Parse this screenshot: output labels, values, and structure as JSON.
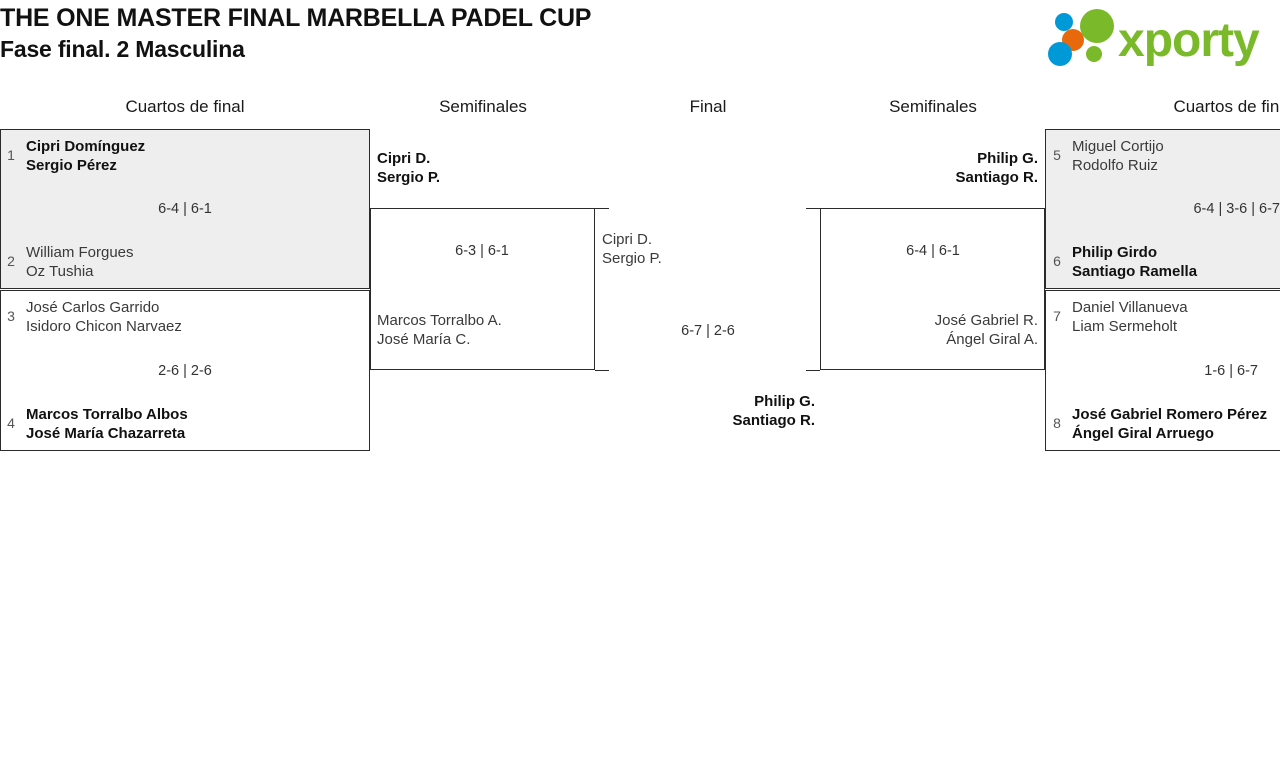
{
  "header": {
    "title": "THE ONE MASTER FINAL MARBELLA PADEL CUP",
    "phase": "Fase final. 2 Masculina",
    "logo_text": "xporty",
    "logo_colors": {
      "green": "#7ab929",
      "blue": "#0099d8",
      "orange": "#e8690b"
    }
  },
  "rounds": [
    {
      "key": "qf_left",
      "label": "Cuartos de final"
    },
    {
      "key": "sf_left",
      "label": "Semifinales"
    },
    {
      "key": "final",
      "label": "Final"
    },
    {
      "key": "sf_right",
      "label": "Semifinales"
    },
    {
      "key": "qf_right",
      "label": "Cuartos de final"
    }
  ],
  "matches": {
    "qf1": {
      "score": "6-4 | 6-1",
      "top": {
        "seed": "1",
        "line1": "Cipri Domínguez",
        "line2": "Sergio Pérez",
        "winner": true
      },
      "bottom": {
        "seed": "2",
        "line1": "William Forgues",
        "line2": "Oz Tushia",
        "winner": false
      }
    },
    "qf2": {
      "score": "2-6 | 2-6",
      "top": {
        "seed": "3",
        "line1": "José Carlos Garrido",
        "line2": "Isidoro Chicon Narvaez",
        "winner": false
      },
      "bottom": {
        "seed": "4",
        "line1": "Marcos Torralbo Albos",
        "line2": "José María Chazarreta",
        "winner": true
      }
    },
    "qf3": {
      "score": "6-4 | 3-6 | 6-7",
      "top": {
        "seed": "5",
        "line1": "Miguel Cortijo",
        "line2": "Rodolfo Ruiz",
        "winner": false
      },
      "bottom": {
        "seed": "6",
        "line1": "Philip Girdo",
        "line2": "Santiago Ramella",
        "winner": true
      }
    },
    "qf4": {
      "score": "1-6 | 6-7",
      "top": {
        "seed": "7",
        "line1": "Daniel Villanueva",
        "line2": "Liam Sermeholt",
        "winner": false
      },
      "bottom": {
        "seed": "8",
        "line1": "José Gabriel Romero Pérez",
        "line2": "Ángel Giral Arruego",
        "winner": true
      }
    },
    "sf_left": {
      "score": "6-3 | 6-1",
      "top": {
        "line1": "Cipri D.",
        "line2": "Sergio P.",
        "winner": true
      },
      "bottom": {
        "line1": "Marcos Torralbo A.",
        "line2": "José María C.",
        "winner": false
      }
    },
    "sf_right": {
      "score": "6-4 | 6-1",
      "top": {
        "line1": "Philip G.",
        "line2": "Santiago R.",
        "winner": true
      },
      "bottom": {
        "line1": "José Gabriel R.",
        "line2": "Ángel Giral A.",
        "winner": false
      }
    },
    "final": {
      "score": "6-7 | 2-6",
      "top": {
        "line1": "Cipri D.",
        "line2": "Sergio P.",
        "winner": false
      },
      "bottom": {
        "line1": "Philip G.",
        "line2": "Santiago R.",
        "winner": true
      }
    }
  }
}
